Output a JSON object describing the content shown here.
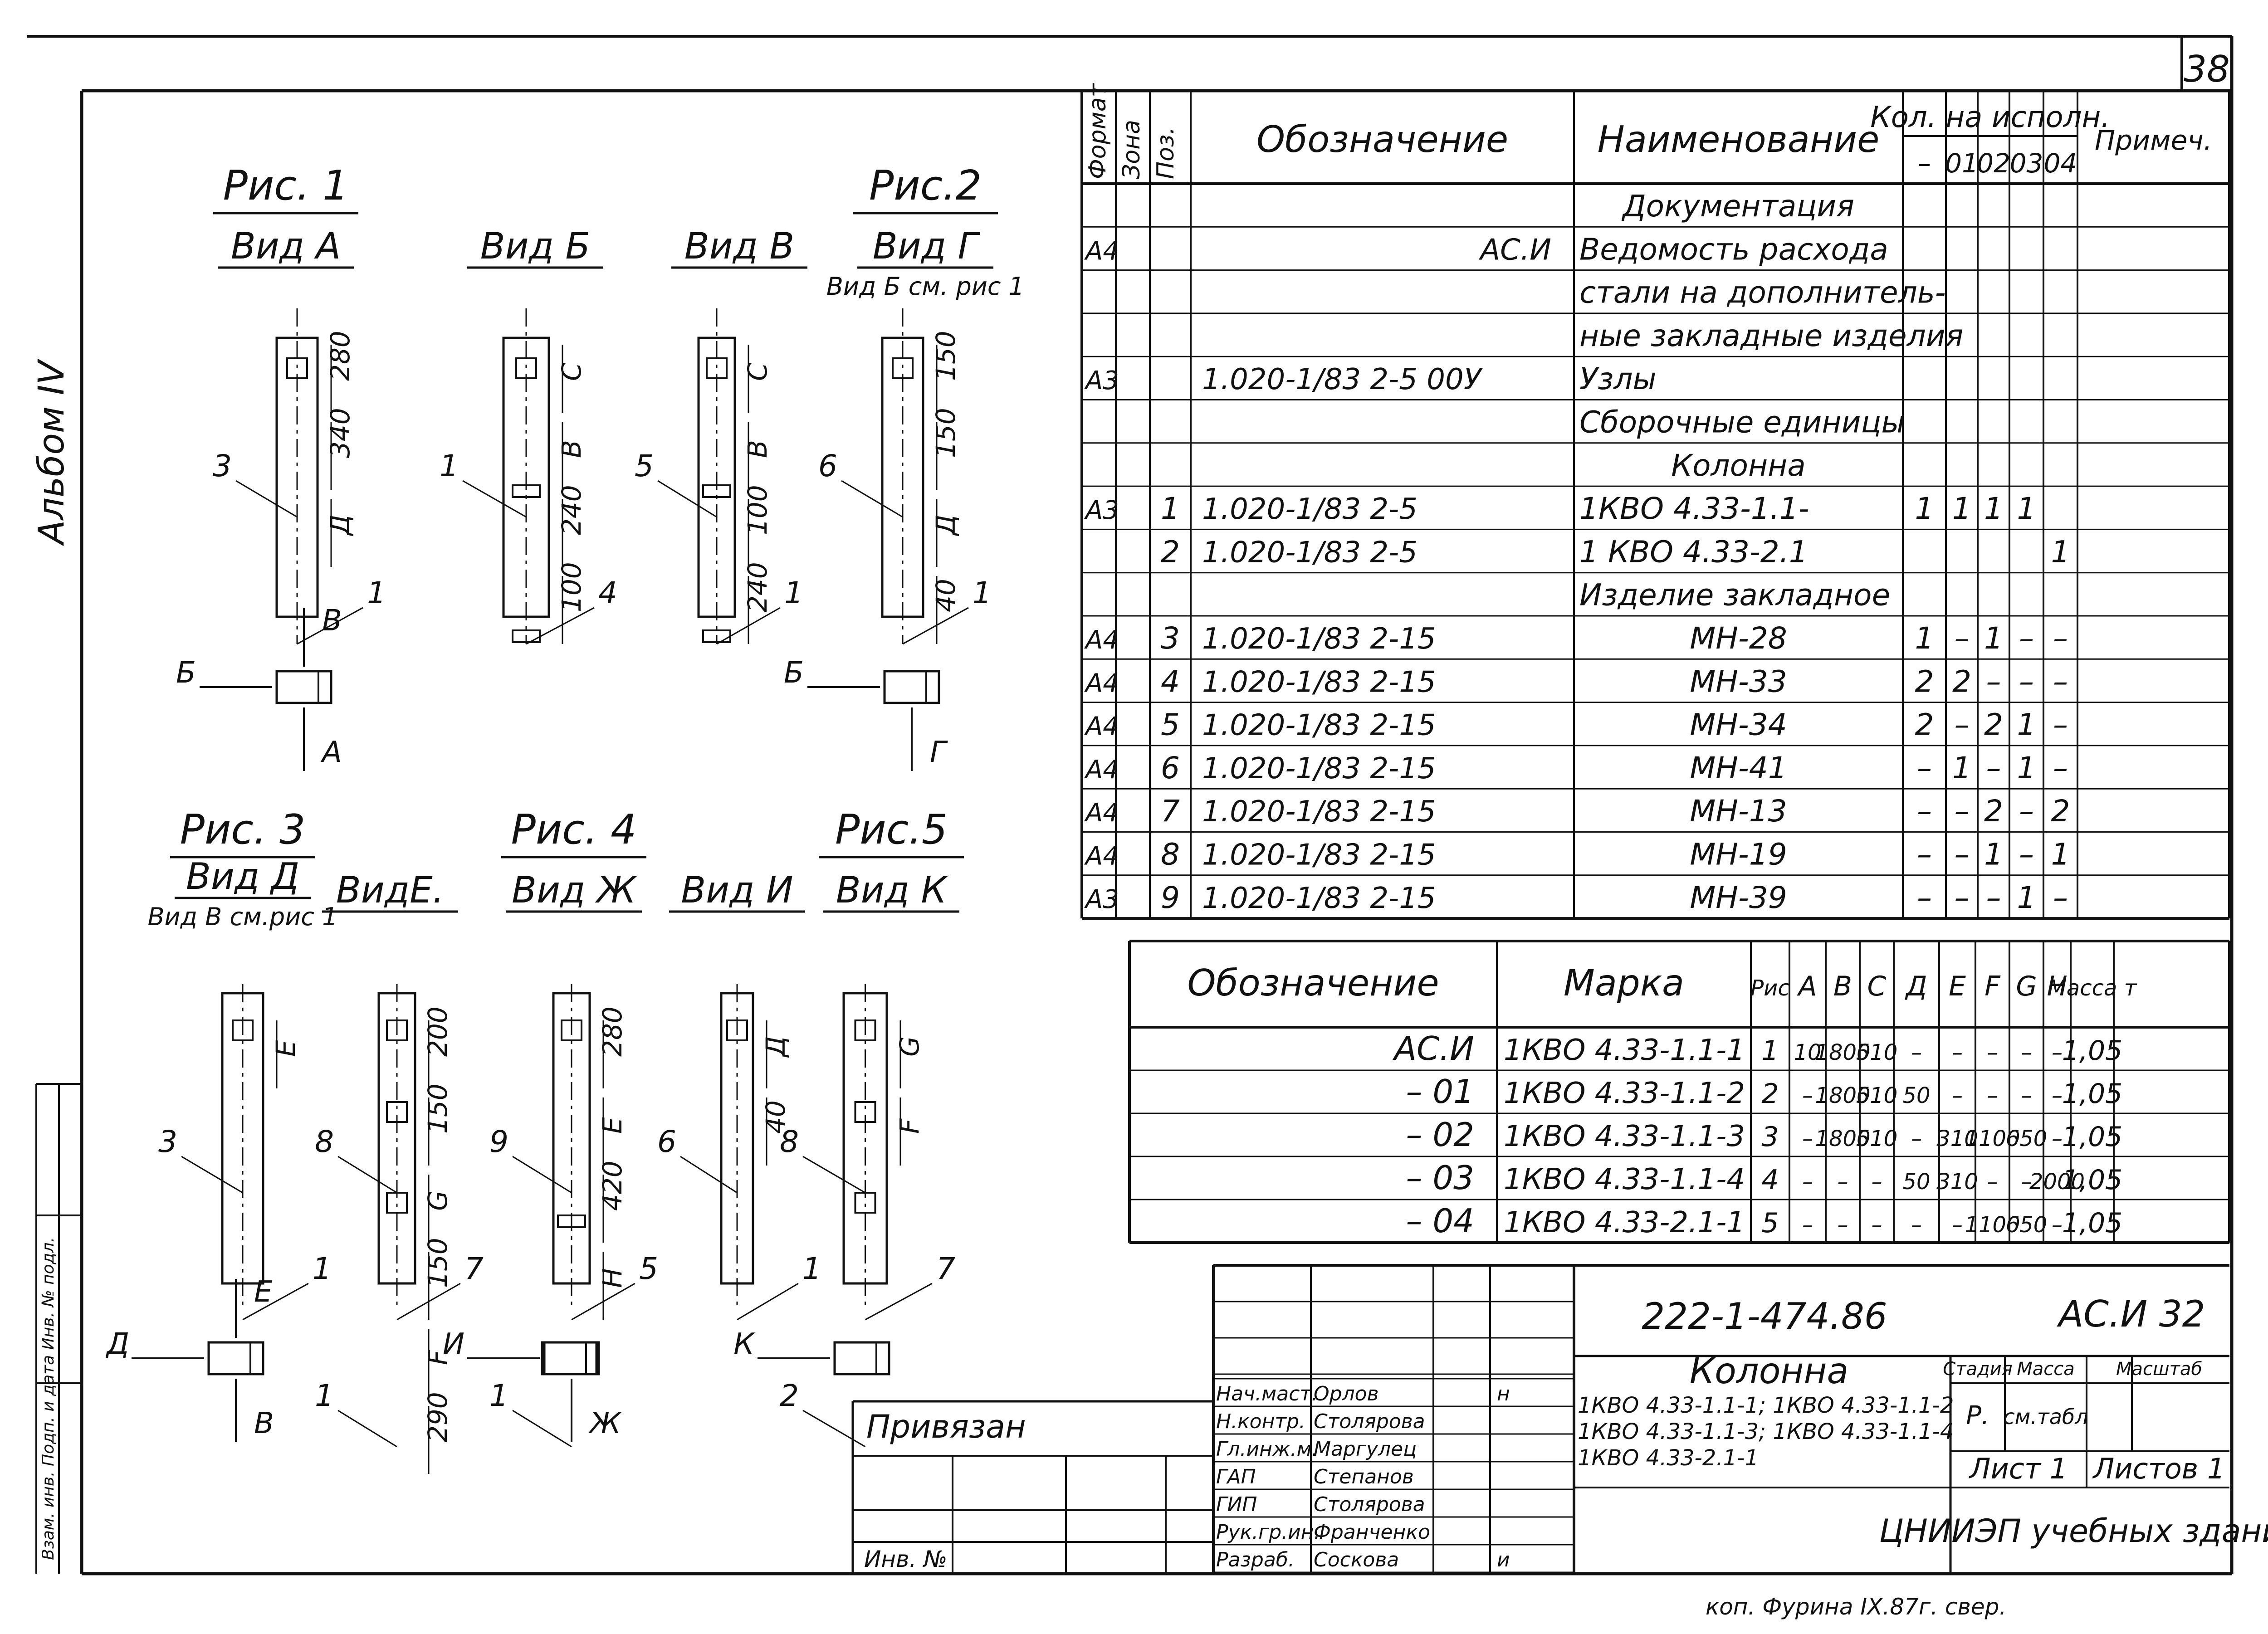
{
  "page_number": "38",
  "album_label": "Альбом IV",
  "side_stamp": "Взам. инв. Подп. и дата Инв. № подл.",
  "figures": [
    {
      "fig": "Рис. 1",
      "view": "Вид А",
      "note": "",
      "dims": [
        "280",
        "340",
        "Д"
      ],
      "pos": [
        "3",
        "1"
      ],
      "arrow_top": "В",
      "arrow_side": "Б",
      "arrow_bottom": "А"
    },
    {
      "fig": "",
      "view": "Вид Б",
      "note": "",
      "dims": [
        "С",
        "В",
        "240",
        "100"
      ],
      "pos": [
        "1",
        "4"
      ]
    },
    {
      "fig": "",
      "view": "Вид В",
      "note": "",
      "dims": [
        "С",
        "В",
        "100",
        "240"
      ],
      "pos": [
        "5",
        "1"
      ]
    },
    {
      "fig": "Рис.2",
      "view": "Вид Г",
      "note": "Вид Б см. рис 1",
      "dims": [
        "150",
        "150",
        "Д",
        "40"
      ],
      "pos": [
        "6",
        "1"
      ],
      "arrow_side": "Б",
      "arrow_bottom": "Г"
    },
    {
      "fig": "Рис. 3",
      "view": "Вид Д",
      "note": "Вид В см.рис 1",
      "dims": [
        "Е"
      ],
      "pos": [
        "3",
        "1"
      ],
      "arrow_top": "Е",
      "arrow_side": "Д",
      "arrow_bottom": "В"
    },
    {
      "fig": "",
      "view": "ВидЕ.",
      "note": "",
      "dims": [
        "200",
        "150",
        "G",
        "150",
        "F",
        "290"
      ],
      "pos": [
        "8",
        "7",
        "1"
      ]
    },
    {
      "fig": "Рис. 4",
      "view": "Вид Ж",
      "note": "",
      "dims": [
        "280",
        "Е",
        "420",
        "H"
      ],
      "pos": [
        "9",
        "5",
        "1"
      ],
      "arrow_side": "И",
      "arrow_bottom": "Ж"
    },
    {
      "fig": "",
      "view": "Вид И",
      "note": "",
      "dims": [
        "Д",
        "40"
      ],
      "pos": [
        "6",
        "1"
      ]
    },
    {
      "fig": "Рис.5",
      "view": "Вид К",
      "note": "",
      "dims": [
        "G",
        "F"
      ],
      "pos": [
        "8",
        "7",
        "2"
      ],
      "arrow_side": "К"
    }
  ],
  "spec": {
    "headers": {
      "format": "Формат",
      "zone": "Зона",
      "pos": "Поз.",
      "designation": "Обозначение",
      "name": "Наименование",
      "qty": "Кол. на исполн.",
      "qty_cols": [
        "–",
        "01",
        "02",
        "03",
        "04"
      ],
      "note": "Примеч."
    },
    "rows": [
      {
        "format": "",
        "pos": "",
        "designation": "",
        "name": "Документация",
        "q": [
          "",
          "",
          "",
          "",
          ""
        ]
      },
      {
        "format": "А4",
        "pos": "",
        "designation": "АС.И",
        "name": "Ведомость расхода",
        "q": [
          "",
          "",
          "",
          "",
          ""
        ]
      },
      {
        "format": "",
        "pos": "",
        "designation": "",
        "name": "стали на дополнитель-",
        "q": [
          "",
          "",
          "",
          "",
          ""
        ]
      },
      {
        "format": "",
        "pos": "",
        "designation": "",
        "name": "ные закладные изделия",
        "q": [
          "",
          "",
          "",
          "",
          ""
        ]
      },
      {
        "format": "А3",
        "pos": "",
        "designation": "1.020-1/83  2-5  00У",
        "name": "Узлы",
        "q": [
          "",
          "",
          "",
          "",
          ""
        ]
      },
      {
        "format": "",
        "pos": "",
        "designation": "",
        "name": "Сборочные единицы",
        "q": [
          "",
          "",
          "",
          "",
          ""
        ]
      },
      {
        "format": "",
        "pos": "",
        "designation": "",
        "name": "Колонна",
        "q": [
          "",
          "",
          "",
          "",
          ""
        ]
      },
      {
        "format": "А3",
        "pos": "1",
        "designation": "1.020-1/83  2-5",
        "name": "1КВО 4.33-1.1-",
        "q": [
          "1",
          "1",
          "1",
          "1",
          ""
        ]
      },
      {
        "format": "",
        "pos": "2",
        "designation": "1.020-1/83  2-5",
        "name": "1 КВО 4.33-2.1",
        "q": [
          "",
          "",
          "",
          "",
          "1"
        ]
      },
      {
        "format": "",
        "pos": "",
        "designation": "",
        "name": "Изделие закладное",
        "q": [
          "",
          "",
          "",
          "",
          ""
        ]
      },
      {
        "format": "А4",
        "pos": "3",
        "designation": "1.020-1/83  2-15",
        "name": "МН-28",
        "q": [
          "1",
          "–",
          "1",
          "–",
          "–"
        ]
      },
      {
        "format": "А4",
        "pos": "4",
        "designation": "1.020-1/83  2-15",
        "name": "МН-33",
        "q": [
          "2",
          "2",
          "–",
          "–",
          "–"
        ]
      },
      {
        "format": "А4",
        "pos": "5",
        "designation": "1.020-1/83  2-15",
        "name": "МН-34",
        "q": [
          "2",
          "–",
          "2",
          "1",
          "–"
        ]
      },
      {
        "format": "А4",
        "pos": "6",
        "designation": "1.020-1/83  2-15",
        "name": "МН-41",
        "q": [
          "–",
          "1",
          "–",
          "1",
          "–"
        ]
      },
      {
        "format": "А4",
        "pos": "7",
        "designation": "1.020-1/83  2-15",
        "name": "МН-13",
        "q": [
          "–",
          "–",
          "2",
          "–",
          "2"
        ]
      },
      {
        "format": "А4",
        "pos": "8",
        "designation": "1.020-1/83  2-15",
        "name": "МН-19",
        "q": [
          "–",
          "–",
          "1",
          "–",
          "1"
        ]
      },
      {
        "format": "А3",
        "pos": "9",
        "designation": "1.020-1/83  2-15",
        "name": "МН-39",
        "q": [
          "–",
          "–",
          "–",
          "1",
          "–"
        ]
      }
    ]
  },
  "marks": {
    "headers": [
      "Обозначение",
      "Марка",
      "Рис",
      "А",
      "В",
      "С",
      "Д",
      "Е",
      "F",
      "G",
      "H",
      "Масса т"
    ],
    "rows": [
      [
        "АС.И",
        "1КВО 4.33-1.1-1",
        "1",
        "10",
        "1800",
        "510",
        "–",
        "–",
        "–",
        "–",
        "–",
        "1,05"
      ],
      [
        "– 01",
        "1КВО 4.33-1.1-2",
        "2",
        "–",
        "1800",
        "510",
        "50",
        "–",
        "–",
        "–",
        "–",
        "1,05"
      ],
      [
        "– 02",
        "1КВО 4.33-1.1-3",
        "3",
        "–",
        "1800",
        "510",
        "–",
        "310",
        "1100",
        "650",
        "–",
        "1,05"
      ],
      [
        "– 03",
        "1КВО 4.33-1.1-4",
        "4",
        "–",
        "–",
        "–",
        "50",
        "310",
        "–",
        "–",
        "2000",
        "1,05"
      ],
      [
        "– 04",
        "1КВО 4.33-2.1-1",
        "5",
        "–",
        "–",
        "–",
        "–",
        "–",
        "1100",
        "650",
        "–",
        "1,05"
      ]
    ]
  },
  "title_block": {
    "number": "222-1-474.86",
    "sheet_code": "АС.И 32",
    "item_title": "Колонна",
    "item_marks": [
      "1КВО 4.33-1.1-1; 1КВО 4.33-1.1-2",
      "1КВО 4.33-1.1-3; 1КВО 4.33-1.1-4",
      "1КВО 4.33-2.1-1"
    ],
    "stage_label": "Стадия",
    "mass_label": "Масса",
    "scale_label": "Масштаб",
    "stage_value": "Р.",
    "mass_value": "см.табл",
    "sheet": "Лист 1",
    "sheets": "Листов 1",
    "org": "ЦНИИЭП учебных зданий",
    "privyazan": "Привязан",
    "inv": "Инв. №",
    "signers": [
      {
        "role": "Нач.маст.",
        "name": "Орлов",
        "mark": "н"
      },
      {
        "role": "Н.контр.",
        "name": "Столярова",
        "mark": ""
      },
      {
        "role": "Гл.инж.м.",
        "name": "Маргулец",
        "mark": ""
      },
      {
        "role": "ГАП",
        "name": "Степанов",
        "mark": ""
      },
      {
        "role": "ГИП",
        "name": "Столярова",
        "mark": ""
      },
      {
        "role": "Рук.гр.ин.",
        "name": "Франченко",
        "mark": ""
      },
      {
        "role": "Разраб.",
        "name": "Соскова",
        "mark": "и"
      }
    ],
    "copy_note": "коп. Фурина IX.87г. свер."
  }
}
